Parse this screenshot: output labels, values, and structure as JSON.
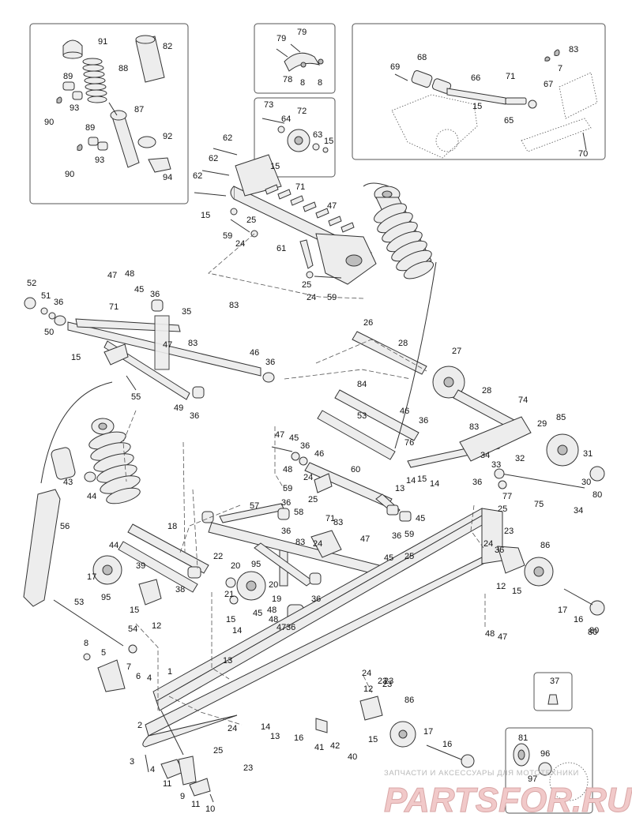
{
  "watermark": {
    "top_text": "ЗАПЧАСТИ И АКСЕССУАРЫ ДЛЯ МОТОТЕХНИКИ",
    "logo_text": "PARTSFOR.RU"
  },
  "colors": {
    "line": "#333333",
    "part_fill": "#ededed",
    "watermark": "#d9a7a7"
  },
  "callouts": [
    "91",
    "82",
    "88",
    "89",
    "93",
    "90",
    "87",
    "89",
    "92",
    "93",
    "90",
    "94",
    "79",
    "79",
    "78",
    "8",
    "8",
    "73",
    "72",
    "64",
    "63",
    "15",
    "68",
    "69",
    "66",
    "71",
    "83",
    "7",
    "67",
    "15",
    "65",
    "70",
    "62",
    "62",
    "62",
    "15",
    "15",
    "71",
    "47",
    "25",
    "59",
    "24",
    "61",
    "25",
    "24",
    "59",
    "52",
    "51",
    "50",
    "36",
    "47",
    "48",
    "45",
    "36",
    "71",
    "35",
    "83",
    "47",
    "83",
    "15",
    "46",
    "36",
    "55",
    "49",
    "36",
    "26",
    "28",
    "27",
    "28",
    "74",
    "84",
    "46",
    "53",
    "36",
    "83",
    "29",
    "85",
    "76",
    "32",
    "34",
    "31",
    "36",
    "33",
    "30",
    "80",
    "75",
    "77",
    "34",
    "47",
    "45",
    "36",
    "48",
    "46",
    "24",
    "60",
    "59",
    "25",
    "13",
    "14",
    "15",
    "14",
    "45",
    "43",
    "44",
    "56",
    "18",
    "44",
    "39",
    "22",
    "20",
    "95",
    "20",
    "17",
    "95",
    "21",
    "45",
    "38",
    "15",
    "12",
    "57",
    "36",
    "58",
    "71",
    "83",
    "83",
    "47",
    "36",
    "45",
    "36",
    "24",
    "59",
    "25",
    "36",
    "48",
    "23",
    "23",
    "25",
    "24",
    "36",
    "36",
    "86",
    "12",
    "15",
    "17",
    "16",
    "80",
    "48",
    "47",
    "19",
    "15",
    "14",
    "13",
    "48",
    "47",
    "23",
    "24",
    "23",
    "53",
    "8",
    "54",
    "7",
    "5",
    "6",
    "4",
    "1",
    "3",
    "2",
    "4",
    "11",
    "9",
    "11",
    "10",
    "14",
    "13",
    "16",
    "41",
    "42",
    "40",
    "12",
    "15",
    "86",
    "24",
    "25",
    "23",
    "17",
    "16",
    "80",
    "37",
    "81",
    "96",
    "97"
  ]
}
